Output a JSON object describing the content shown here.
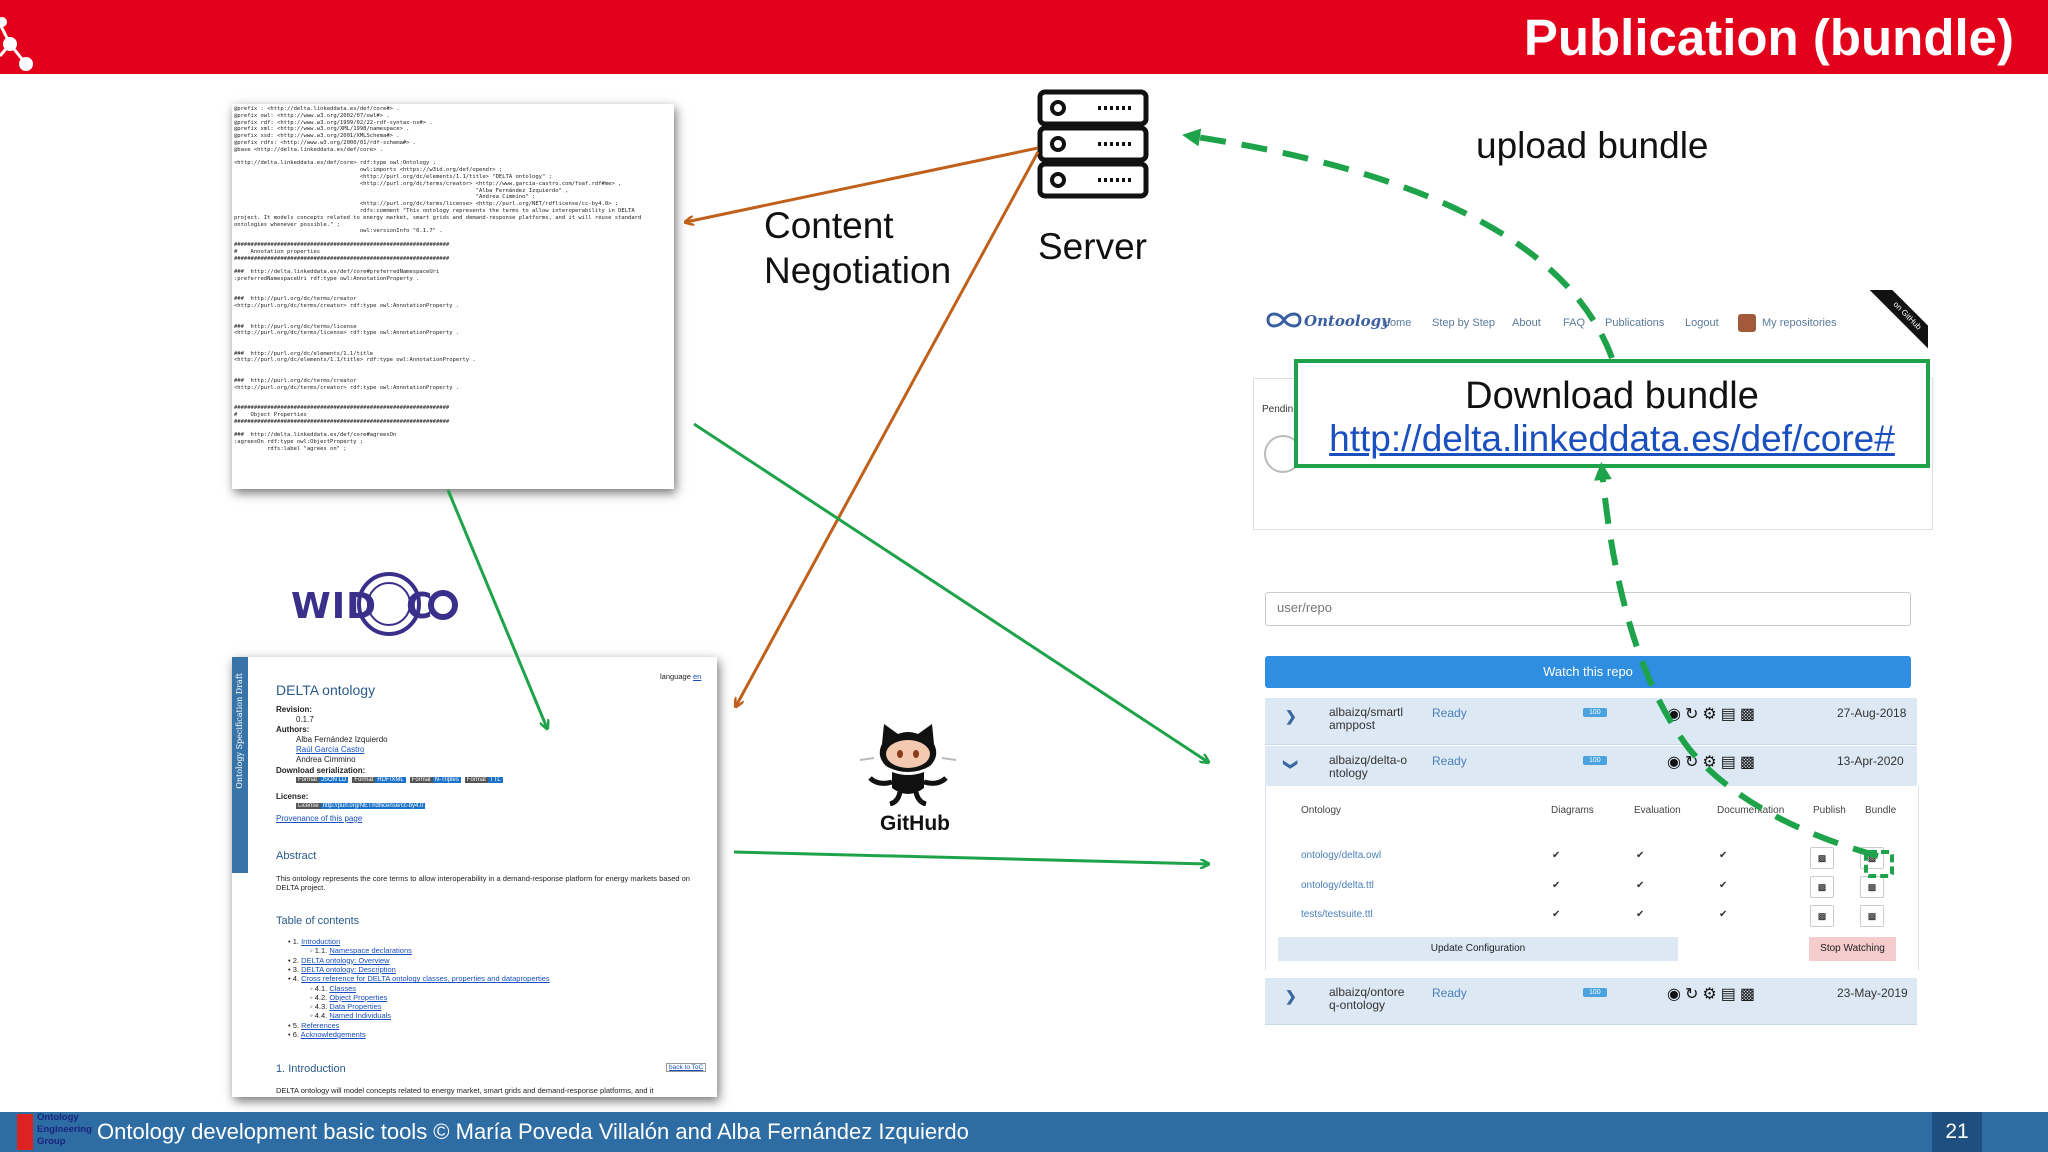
{
  "slide": {
    "title": "Publication (bundle)",
    "footer": "Ontology development basic tools  © María Poveda Villalón  and Alba Fernández Izquierdo",
    "page": "21",
    "logo_lines": [
      "Ontology",
      "Engineering",
      "Group"
    ]
  },
  "labels": {
    "server": "Server",
    "content_negotiation_1": "Content",
    "content_negotiation_2": "Negotiation",
    "upload": "upload bundle",
    "github": "GitHub",
    "widoco": "WIDOCO"
  },
  "code_doc": {
    "text": "@prefix : <http://delta.linkeddata.es/def/core#> .\n@prefix owl: <http://www.w3.org/2002/07/owl#> .\n@prefix rdf: <http://www.w3.org/1999/02/22-rdf-syntax-ns#> .\n@prefix xml: <http://www.w3.org/XML/1998/namespace> .\n@prefix xsd: <http://www.w3.org/2001/XMLSchema#> .\n@prefix rdfs: <http://www.w3.org/2000/01/rdf-schema#> .\n@base <http://delta.linkeddata.es/def/core> .\n\n<http://delta.linkeddata.es/def/core> rdf:type owl:Ontology ;\n                                      owl:imports <https://w3id.org/def/opendr> ;\n                                      <http://purl.org/dc/elements/1.1/title> \"DELTA ontology\" ;\n                                      <http://purl.org/dc/terms/creator> <http://www.garcia-castro.com/foaf.rdf#me> ,\n                                                                         \"Alba Fernández Izquierdo\" ,\n                                                                         \"Andrea Cimmino\" ;\n                                      <http://purl.org/dc/terms/license> <http://purl.org/NET/rdflicense/cc-by4.0> ;\n                                      rdfs:comment \"This ontology represents the terms to allow interoperability in DELTA\nproject. It models concepts related to energy market, smart grids and demand-response platforms, and it will reuse standard\nontologies whenever possible.\" ;\n                                      owl:versionInfo \"0.1.7\" .\n\n#################################################################\n#    Annotation properties\n#################################################################\n\n###  http://delta.linkeddata.es/def/core#preferredNamespaceUri\n:preferredNamespaceUri rdf:type owl:AnnotationProperty .\n\n\n###  http://purl.org/dc/terms/creator\n<http://purl.org/dc/terms/creator> rdf:type owl:AnnotationProperty .\n\n\n###  http://purl.org/dc/terms/license\n<http://purl.org/dc/terms/license> rdf:type owl:AnnotationProperty .\n\n\n###  http://purl.org/dc/elements/1.1/title\n<http://purl.org/dc/elements/1.1/title> rdf:type owl:AnnotationProperty .\n\n\n###  http://purl.org/dc/terms/creator\n<http://purl.org/dc/terms/creator> rdf:type owl:AnnotationProperty .\n\n\n#################################################################\n#    Object Properties\n#################################################################\n\n###  http://delta.linkeddata.es/def/core#agreesOn\n:agreesOn rdf:type owl:ObjectProperty ;\n          rdfs:label \"agrees on\" ;"
  },
  "html_doc": {
    "side_label": "Ontology Specification Draft",
    "language_label": "language",
    "language_value": "en",
    "title": "DELTA ontology",
    "revision_label": "Revision:",
    "revision_value": "0.1.7",
    "authors_label": "Authors:",
    "authors": [
      "Alba Fernández Izquierdo",
      "Raúl García Castro",
      "Andrea Cimmino"
    ],
    "download_label": "Download serialization:",
    "formats": [
      {
        "tag": "Format",
        "name": "JSON LD"
      },
      {
        "tag": "Format",
        "name": "RDF/XML"
      },
      {
        "tag": "Format",
        "name": "N-Triples"
      },
      {
        "tag": "Format",
        "name": "TTL"
      }
    ],
    "license_label": "License:",
    "license_tag": "License",
    "license_url": "http://purl.org/NET/rdflicense/cc-by4.0",
    "provenance": "Provenance of this page",
    "abstract_title": "Abstract",
    "abstract_text": "This ontology represents the core terms to allow interoperability in a demand-response platform for energy markets based on DELTA project.",
    "toc_title": "Table of contents",
    "toc": [
      {
        "num": "1.",
        "label": "Introduction",
        "level": 1
      },
      {
        "num": "1.1.",
        "label": "Namespace declarations",
        "level": 2
      },
      {
        "num": "2.",
        "label": "DELTA ontology: Overview",
        "level": 1
      },
      {
        "num": "3.",
        "label": "DELTA ontology: Description",
        "level": 1
      },
      {
        "num": "4.",
        "label": "Cross reference for DELTA ontology classes, properties and dataproperties",
        "level": 1
      },
      {
        "num": "4.1.",
        "label": "Classes",
        "level": 2
      },
      {
        "num": "4.2.",
        "label": "Object Properties",
        "level": 2
      },
      {
        "num": "4.3.",
        "label": "Data Properties",
        "level": 2
      },
      {
        "num": "4.4.",
        "label": "Named Individuals",
        "level": 2
      },
      {
        "num": "5.",
        "label": "References",
        "level": 1
      },
      {
        "num": "6.",
        "label": "Acknowledgements",
        "level": 1
      }
    ],
    "intro_title": "1. Introduction",
    "back_to_toc": "back to ToC",
    "intro_text": "DELTA ontology will model concepts related to energy market, smart grids and demand-response platforms, and it"
  },
  "ontoology": {
    "brand": "Ontoology",
    "nav": [
      "Home",
      "Step by Step",
      "About",
      "FAQ",
      "Publications",
      "Logout",
      "My repositories"
    ],
    "ribbon": "on GitHub",
    "pending": "Pendin",
    "download_title": "Download bundle",
    "download_link": "http://delta.linkeddata.es/def/core#",
    "search_placeholder": "user/repo",
    "watch_button": "Watch this repo",
    "repos": [
      {
        "name1": "albaizq/smartl",
        "name2": "amppost",
        "status": "Ready",
        "score": "100",
        "date": "27-Aug-2018",
        "expanded": false
      },
      {
        "name1": "albaizq/delta-o",
        "name2": "ntology",
        "status": "Ready",
        "score": "100",
        "date": "13-Apr-2020",
        "expanded": true
      },
      {
        "name1": "albaizq/ontore",
        "name2": "q-ontology",
        "status": "Ready",
        "score": "100",
        "date": "23-May-2019",
        "expanded": false
      }
    ],
    "detail_headers": [
      "Ontology",
      "Diagrams",
      "Evaluation",
      "Documentation",
      "Publish",
      "Bundle"
    ],
    "detail_files": [
      "ontology/delta.owl",
      "ontology/delta.ttl",
      "tests/testsuite.ttl"
    ],
    "check_mark": "✔",
    "update_button": "Update Configuration",
    "stop_button": "Stop Watching"
  },
  "colors": {
    "title_bar": "#e2001a",
    "footer_bar": "#2e6da4",
    "orange_arrows": "#c0601a",
    "green_arrows": "#1ea34a",
    "download_box_border": "#1ea34a",
    "watch_button": "#2f8ee0",
    "repo_row": "#dce9f5"
  },
  "icons": [
    "server-icon",
    "github-octocat-icon",
    "widoco-logo",
    "ontoology-logo",
    "chevron-right-icon",
    "chevron-down-icon",
    "github-icon",
    "refresh-icon",
    "gear-icon",
    "document-icon",
    "bundle-download-icon",
    "oeg-logo"
  ]
}
